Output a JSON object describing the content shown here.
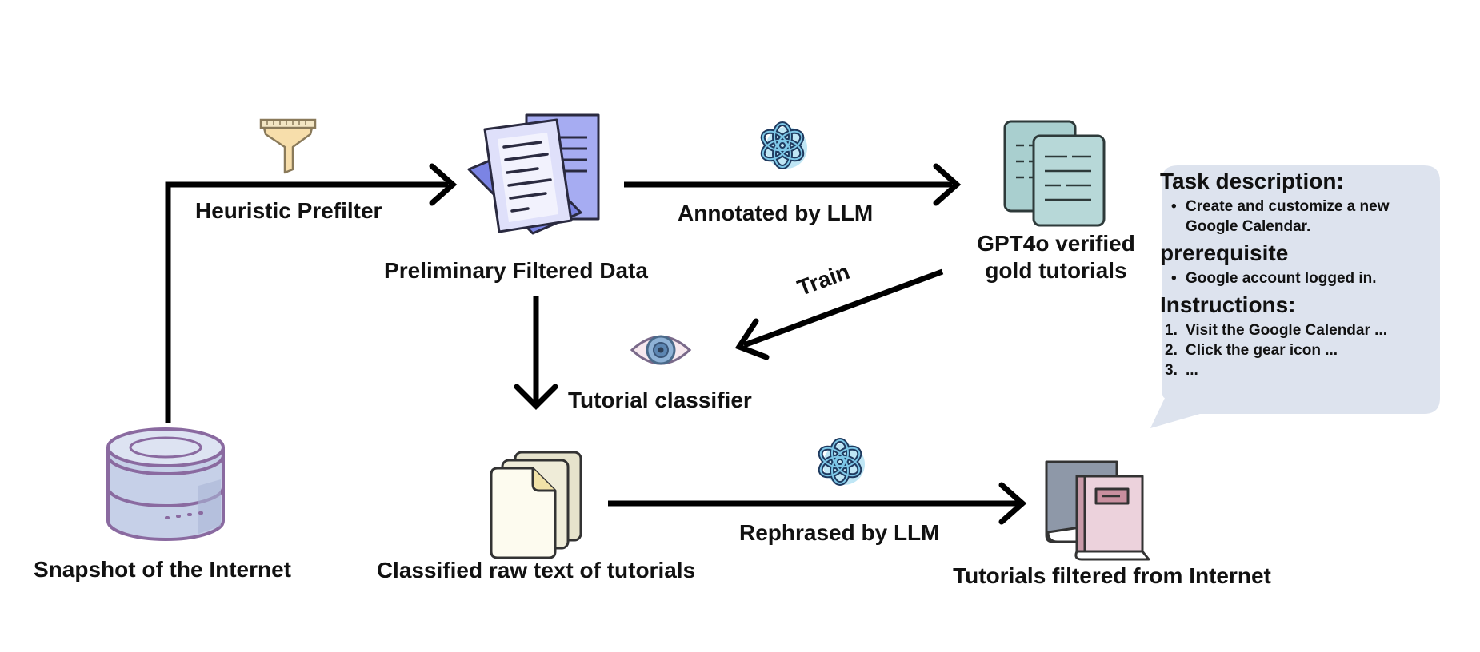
{
  "labels": {
    "heuristic_prefilter": "Heuristic Prefilter",
    "preliminary_filtered_data": "Preliminary Filtered Data",
    "annotated_by_llm": "Annotated by LLM",
    "gold_tutorials_line1": "GPT4o verified",
    "gold_tutorials_line2": "gold tutorials",
    "train": "Train",
    "tutorial_classifier": "Tutorial classifier",
    "snapshot_of_internet": "Snapshot of the Internet",
    "classified_raw_text": "Classified raw text of tutorials",
    "rephrased_by_llm": "Rephrased by LLM",
    "tutorials_filtered": "Tutorials filtered from Internet"
  },
  "tutorial_example": {
    "task_heading": "Task description:",
    "task_items": [
      "Create and customize a new",
      "Google Calendar."
    ],
    "prereq_heading": "prerequisite",
    "prereq_items": [
      "Google account logged in."
    ],
    "instructions_heading": "Instructions:",
    "instruction_steps": [
      {
        "num": "1.",
        "text": "Visit the Google Calendar ..."
      },
      {
        "num": "2.",
        "text": "Click the gear icon ..."
      },
      {
        "num": "3.",
        "text": "..."
      }
    ]
  },
  "colors": {
    "arrow": "#000000",
    "database_fill": "#c9d3ea",
    "database_stroke": "#8a6aa0",
    "docs_purple": "#9ea6ef",
    "gold_teal": "#b7d8d8",
    "raw_docs": "#f4f1dc",
    "book_pink": "#ecd2dc",
    "book_gray": "#8e98a8",
    "bubble": "#dde3ee",
    "llm_logo": "#1f3a5f"
  }
}
